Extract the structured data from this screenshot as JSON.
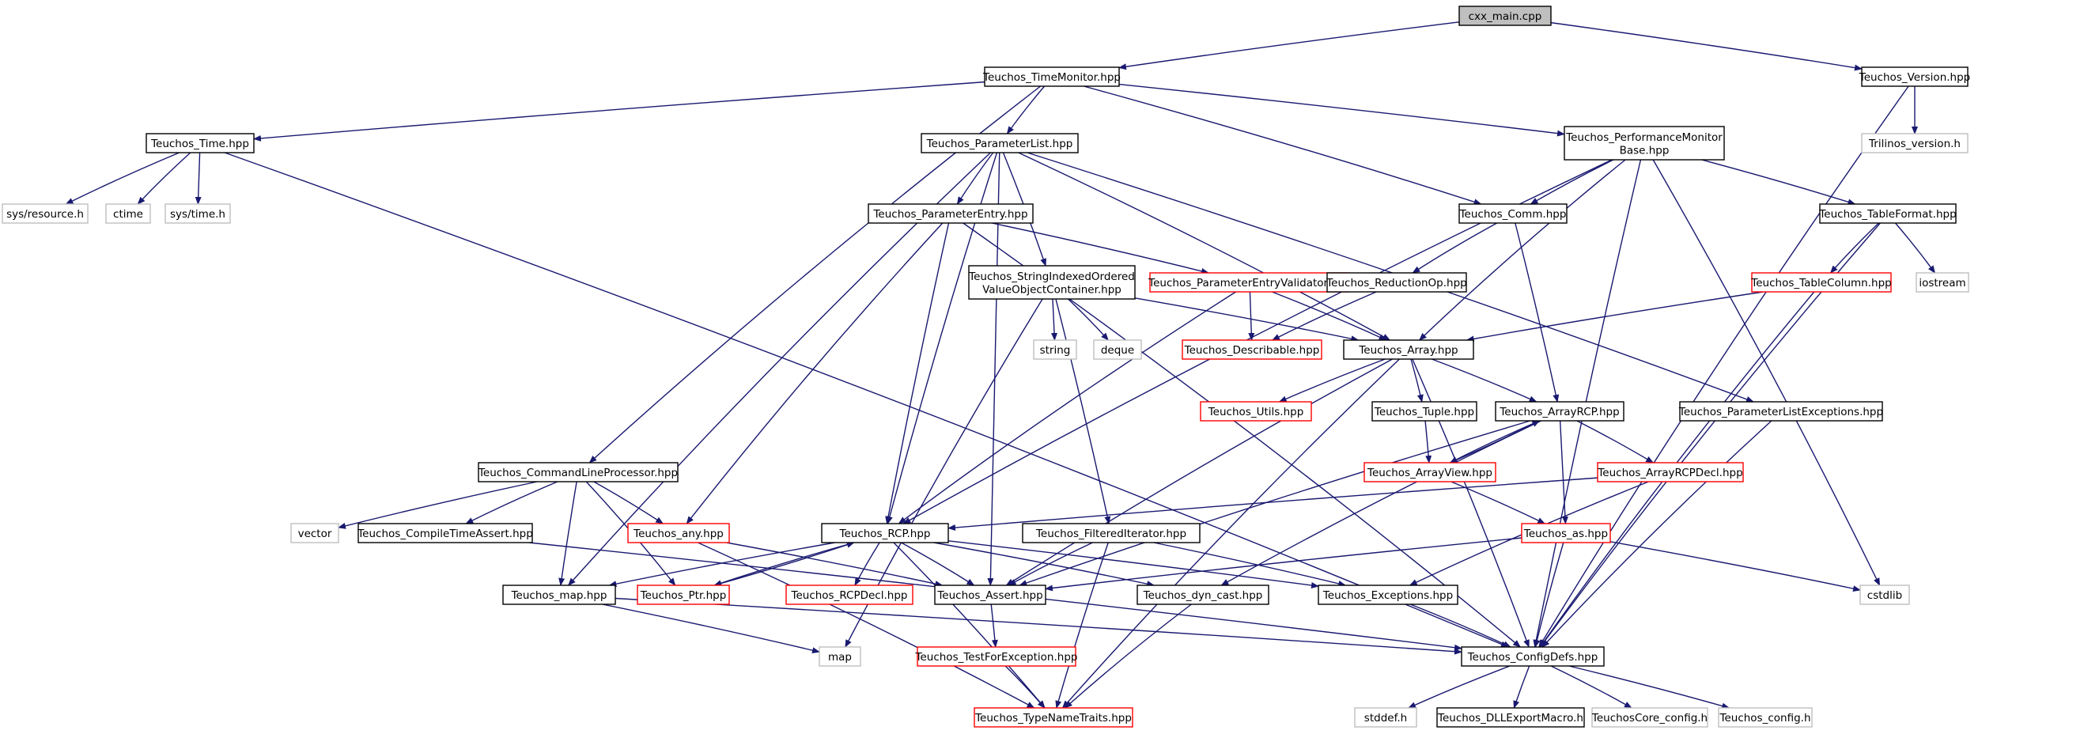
{
  "colors": {
    "edge": "#191970",
    "root_fill": "#bfbfbf",
    "border_documented": "#000000",
    "border_truncated": "#ff0000",
    "border_external": "#bfbfbf",
    "background": "#ffffff"
  },
  "nodes": [
    {
      "id": "cxx_main",
      "lines": [
        "cxx_main.cpp"
      ],
      "kind": "root"
    },
    {
      "id": "timemonitor",
      "lines": [
        "Teuchos_TimeMonitor.hpp"
      ],
      "kind": "doc"
    },
    {
      "id": "version",
      "lines": [
        "Teuchos_Version.hpp"
      ],
      "kind": "doc"
    },
    {
      "id": "trilinos_version",
      "lines": [
        "Trilinos_version.h"
      ],
      "kind": "ext"
    },
    {
      "id": "time",
      "lines": [
        "Teuchos_Time.hpp"
      ],
      "kind": "doc"
    },
    {
      "id": "sys_resource",
      "lines": [
        "sys/resource.h"
      ],
      "kind": "ext"
    },
    {
      "id": "ctime",
      "lines": [
        "ctime"
      ],
      "kind": "ext"
    },
    {
      "id": "sys_time",
      "lines": [
        "sys/time.h"
      ],
      "kind": "ext"
    },
    {
      "id": "parameterlist",
      "lines": [
        "Teuchos_ParameterList.hpp"
      ],
      "kind": "doc"
    },
    {
      "id": "perfmonitor",
      "lines": [
        "Teuchos_PerformanceMonitor",
        "Base.hpp"
      ],
      "kind": "doc"
    },
    {
      "id": "parameterentry",
      "lines": [
        "Teuchos_ParameterEntry.hpp"
      ],
      "kind": "doc"
    },
    {
      "id": "comm",
      "lines": [
        "Teuchos_Comm.hpp"
      ],
      "kind": "doc"
    },
    {
      "id": "tableformat",
      "lines": [
        "Teuchos_TableFormat.hpp"
      ],
      "kind": "doc"
    },
    {
      "id": "stringindexed",
      "lines": [
        "Teuchos_StringIndexedOrdered",
        "ValueObjectContainer.hpp"
      ],
      "kind": "doc"
    },
    {
      "id": "pevalidator",
      "lines": [
        "Teuchos_ParameterEntryValidator.hpp"
      ],
      "kind": "trunc"
    },
    {
      "id": "reductionop",
      "lines": [
        "Teuchos_ReductionOp.hpp"
      ],
      "kind": "doc"
    },
    {
      "id": "tablecolumn",
      "lines": [
        "Teuchos_TableColumn.hpp"
      ],
      "kind": "trunc"
    },
    {
      "id": "iostream",
      "lines": [
        "iostream"
      ],
      "kind": "ext"
    },
    {
      "id": "string",
      "lines": [
        "string"
      ],
      "kind": "ext"
    },
    {
      "id": "deque",
      "lines": [
        "deque"
      ],
      "kind": "ext"
    },
    {
      "id": "describable",
      "lines": [
        "Teuchos_Describable.hpp"
      ],
      "kind": "trunc"
    },
    {
      "id": "array",
      "lines": [
        "Teuchos_Array.hpp"
      ],
      "kind": "doc"
    },
    {
      "id": "utils",
      "lines": [
        "Teuchos_Utils.hpp"
      ],
      "kind": "trunc"
    },
    {
      "id": "tuple",
      "lines": [
        "Teuchos_Tuple.hpp"
      ],
      "kind": "doc"
    },
    {
      "id": "arrayrcp",
      "lines": [
        "Teuchos_ArrayRCP.hpp"
      ],
      "kind": "doc"
    },
    {
      "id": "plexceptions",
      "lines": [
        "Teuchos_ParameterListExceptions.hpp"
      ],
      "kind": "doc"
    },
    {
      "id": "cmdline",
      "lines": [
        "Teuchos_CommandLineProcessor.hpp"
      ],
      "kind": "doc"
    },
    {
      "id": "arrayview",
      "lines": [
        "Teuchos_ArrayView.hpp"
      ],
      "kind": "trunc"
    },
    {
      "id": "arrayrcpdecl",
      "lines": [
        "Teuchos_ArrayRCPDecl.hpp"
      ],
      "kind": "trunc"
    },
    {
      "id": "vector",
      "lines": [
        "vector"
      ],
      "kind": "ext"
    },
    {
      "id": "compiletimeassert",
      "lines": [
        "Teuchos_CompileTimeAssert.hpp"
      ],
      "kind": "doc"
    },
    {
      "id": "any",
      "lines": [
        "Teuchos_any.hpp"
      ],
      "kind": "trunc"
    },
    {
      "id": "rcp",
      "lines": [
        "Teuchos_RCP.hpp"
      ],
      "kind": "doc"
    },
    {
      "id": "filtereditr",
      "lines": [
        "Teuchos_FilteredIterator.hpp"
      ],
      "kind": "doc"
    },
    {
      "id": "as",
      "lines": [
        "Teuchos_as.hpp"
      ],
      "kind": "trunc"
    },
    {
      "id": "map_hpp",
      "lines": [
        "Teuchos_map.hpp"
      ],
      "kind": "doc"
    },
    {
      "id": "ptr",
      "lines": [
        "Teuchos_Ptr.hpp"
      ],
      "kind": "trunc"
    },
    {
      "id": "rcpdecl",
      "lines": [
        "Teuchos_RCPDecl.hpp"
      ],
      "kind": "trunc"
    },
    {
      "id": "assert",
      "lines": [
        "Teuchos_Assert.hpp"
      ],
      "kind": "doc"
    },
    {
      "id": "dyncast",
      "lines": [
        "Teuchos_dyn_cast.hpp"
      ],
      "kind": "doc"
    },
    {
      "id": "exceptions",
      "lines": [
        "Teuchos_Exceptions.hpp"
      ],
      "kind": "doc"
    },
    {
      "id": "cstdlib",
      "lines": [
        "cstdlib"
      ],
      "kind": "ext"
    },
    {
      "id": "map",
      "lines": [
        "map"
      ],
      "kind": "ext"
    },
    {
      "id": "testforexception",
      "lines": [
        "Teuchos_TestForException.hpp"
      ],
      "kind": "trunc"
    },
    {
      "id": "configdefs",
      "lines": [
        "Teuchos_ConfigDefs.hpp"
      ],
      "kind": "doc"
    },
    {
      "id": "typenametraits",
      "lines": [
        "Teuchos_TypeNameTraits.hpp"
      ],
      "kind": "trunc"
    },
    {
      "id": "stddef",
      "lines": [
        "stddef.h"
      ],
      "kind": "ext"
    },
    {
      "id": "dllexport",
      "lines": [
        "Teuchos_DLLExportMacro.h"
      ],
      "kind": "doc"
    },
    {
      "id": "teuchoscore_config",
      "lines": [
        "TeuchosCore_config.h"
      ],
      "kind": "ext"
    },
    {
      "id": "teuchos_config",
      "lines": [
        "Teuchos_config.h"
      ],
      "kind": "ext"
    }
  ],
  "edges": [
    [
      "cxx_main",
      "timemonitor"
    ],
    [
      "cxx_main",
      "version"
    ],
    [
      "version",
      "trilinos_version"
    ],
    [
      "version",
      "configdefs"
    ],
    [
      "timemonitor",
      "time"
    ],
    [
      "timemonitor",
      "parameterlist"
    ],
    [
      "timemonitor",
      "perfmonitor"
    ],
    [
      "timemonitor",
      "comm"
    ],
    [
      "timemonitor",
      "cmdline"
    ],
    [
      "time",
      "sys_resource"
    ],
    [
      "time",
      "ctime"
    ],
    [
      "time",
      "sys_time"
    ],
    [
      "time",
      "configdefs"
    ],
    [
      "parameterlist",
      "parameterentry"
    ],
    [
      "parameterlist",
      "stringindexed"
    ],
    [
      "parameterlist",
      "plexceptions"
    ],
    [
      "parameterlist",
      "array"
    ],
    [
      "parameterlist",
      "rcp"
    ],
    [
      "parameterlist",
      "map_hpp"
    ],
    [
      "parameterlist",
      "assert"
    ],
    [
      "perfmonitor",
      "comm"
    ],
    [
      "perfmonitor",
      "tableformat"
    ],
    [
      "perfmonitor",
      "array"
    ],
    [
      "perfmonitor",
      "rcp"
    ],
    [
      "perfmonitor",
      "cstdlib"
    ],
    [
      "perfmonitor",
      "configdefs"
    ],
    [
      "parameterentry",
      "pevalidator"
    ],
    [
      "parameterentry",
      "any"
    ],
    [
      "parameterentry",
      "rcp"
    ],
    [
      "parameterentry",
      "configdefs"
    ],
    [
      "comm",
      "reductionop"
    ],
    [
      "comm",
      "arrayrcp"
    ],
    [
      "tableformat",
      "tablecolumn"
    ],
    [
      "tableformat",
      "iostream"
    ],
    [
      "tableformat",
      "configdefs"
    ],
    [
      "stringindexed",
      "string"
    ],
    [
      "stringindexed",
      "deque"
    ],
    [
      "stringindexed",
      "array"
    ],
    [
      "stringindexed",
      "filtereditr"
    ],
    [
      "stringindexed",
      "map"
    ],
    [
      "pevalidator",
      "describable"
    ],
    [
      "pevalidator",
      "array"
    ],
    [
      "pevalidator",
      "rcp"
    ],
    [
      "reductionop",
      "describable"
    ],
    [
      "tablecolumn",
      "array"
    ],
    [
      "tablecolumn",
      "configdefs"
    ],
    [
      "array",
      "utils"
    ],
    [
      "array",
      "tuple"
    ],
    [
      "array",
      "arrayrcp"
    ],
    [
      "array",
      "assert"
    ],
    [
      "array",
      "typenametraits"
    ],
    [
      "array",
      "configdefs"
    ],
    [
      "tuple",
      "arrayview"
    ],
    [
      "arrayrcp",
      "arrayview"
    ],
    [
      "arrayrcp",
      "arrayrcpdecl"
    ],
    [
      "arrayrcp",
      "as"
    ],
    [
      "arrayrcp",
      "assert"
    ],
    [
      "arrayrcp",
      "dyncast"
    ],
    [
      "arrayview",
      "arrayrcp"
    ],
    [
      "arrayview",
      "as"
    ],
    [
      "arrayrcpdecl",
      "rcp"
    ],
    [
      "arrayrcpdecl",
      "exceptions"
    ],
    [
      "plexceptions",
      "configdefs"
    ],
    [
      "cmdline",
      "vector"
    ],
    [
      "cmdline",
      "compiletimeassert"
    ],
    [
      "cmdline",
      "any"
    ],
    [
      "cmdline",
      "map_hpp"
    ],
    [
      "cmdline",
      "ptr"
    ],
    [
      "compiletimeassert",
      "configdefs"
    ],
    [
      "any",
      "assert"
    ],
    [
      "any",
      "typenametraits"
    ],
    [
      "rcp",
      "ptr"
    ],
    [
      "rcp",
      "rcpdecl"
    ],
    [
      "rcp",
      "assert"
    ],
    [
      "rcp",
      "exceptions"
    ],
    [
      "rcp",
      "dyncast"
    ],
    [
      "rcp",
      "map_hpp"
    ],
    [
      "rcp",
      "typenametraits"
    ],
    [
      "ptr",
      "rcp"
    ],
    [
      "filtereditr",
      "assert"
    ],
    [
      "filtereditr",
      "exceptions"
    ],
    [
      "filtereditr",
      "typenametraits"
    ],
    [
      "as",
      "assert"
    ],
    [
      "as",
      "configdefs"
    ],
    [
      "as",
      "cstdlib"
    ],
    [
      "map_hpp",
      "map"
    ],
    [
      "map_hpp",
      "configdefs"
    ],
    [
      "assert",
      "testforexception"
    ],
    [
      "testforexception",
      "typenametraits"
    ],
    [
      "dyncast",
      "typenametraits"
    ],
    [
      "exceptions",
      "configdefs"
    ],
    [
      "configdefs",
      "stddef"
    ],
    [
      "configdefs",
      "dllexport"
    ],
    [
      "configdefs",
      "teuchoscore_config"
    ],
    [
      "configdefs",
      "teuchos_config"
    ]
  ]
}
